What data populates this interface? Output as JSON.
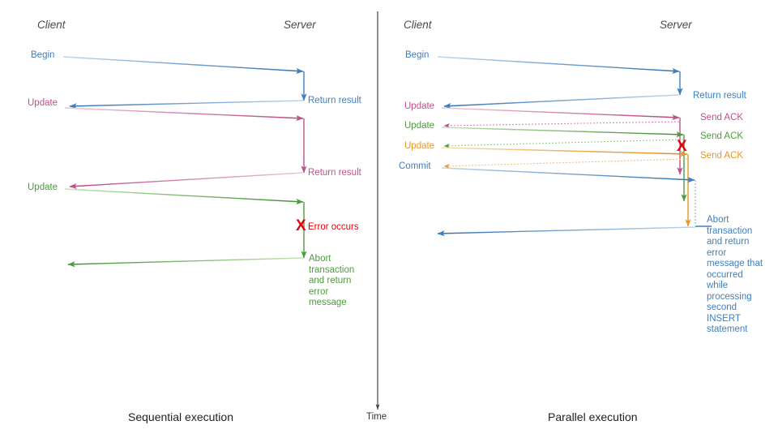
{
  "figure": {
    "title_left": "Sequential execution",
    "title_right": "Parallel execution",
    "time_axis_label": "Time",
    "actor_client": "Client",
    "actor_server": "Server"
  },
  "colors": {
    "blue": "#3d7fc1",
    "pink": "#c1518b",
    "green": "#4e9a3e",
    "orange": "#e8972a",
    "red": "#e8000b",
    "axis": "#333333",
    "divider": "#444444",
    "caption": "#222222",
    "actor": "#4a4a4a"
  },
  "left_panel": {
    "actor_client": "Client",
    "actor_server": "Server",
    "client_labels": [
      {
        "text": "Begin",
        "color": "blue"
      },
      {
        "text": "Update",
        "color": "pink"
      },
      {
        "text": "Update",
        "color": "green"
      }
    ],
    "server_labels": [
      {
        "text": "Return result",
        "color": "blue"
      },
      {
        "text": "Return result",
        "color": "pink"
      }
    ],
    "error_label": "Error occurs",
    "error_mark": "X",
    "abort_text": "Abort transaction and return error message",
    "caption": "Sequential execution"
  },
  "right_panel": {
    "actor_client": "Client",
    "actor_server": "Server",
    "client_labels": [
      {
        "text": "Begin",
        "color": "blue"
      },
      {
        "text": "Update",
        "color": "pink"
      },
      {
        "text": "Update",
        "color": "green"
      },
      {
        "text": "Update",
        "color": "orange"
      },
      {
        "text": "Commit",
        "color": "blue"
      }
    ],
    "server_labels": [
      {
        "text": "Return result",
        "color": "blue"
      },
      {
        "text": "Send ACK",
        "color": "pink"
      },
      {
        "text": "Send ACK",
        "color": "green"
      },
      {
        "text": "Send ACK",
        "color": "orange"
      }
    ],
    "error_mark": "X",
    "abort_text": "Abort transaction and return error message that occurred while processing second INSERT statement",
    "caption": "Parallel execution"
  }
}
